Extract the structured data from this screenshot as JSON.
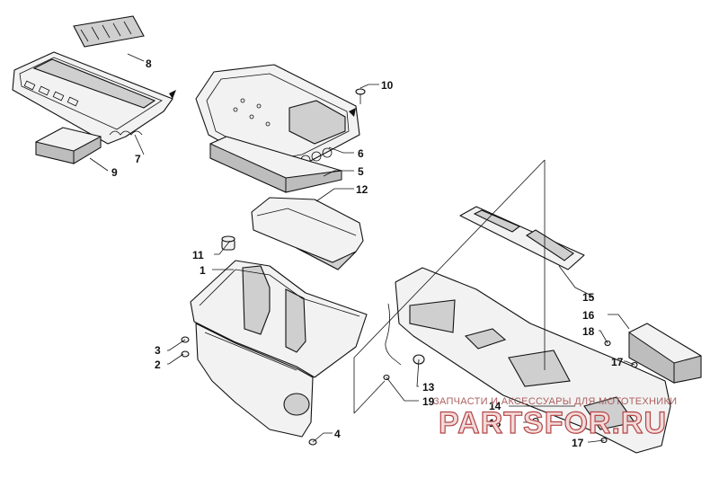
{
  "diagram": {
    "callouts": [
      {
        "id": "c1",
        "label": "1"
      },
      {
        "id": "c2",
        "label": "2"
      },
      {
        "id": "c3",
        "label": "3"
      },
      {
        "id": "c4",
        "label": "4"
      },
      {
        "id": "c5",
        "label": "5"
      },
      {
        "id": "c6",
        "label": "6"
      },
      {
        "id": "c7",
        "label": "7"
      },
      {
        "id": "c8",
        "label": "8"
      },
      {
        "id": "c9",
        "label": "9"
      },
      {
        "id": "c10",
        "label": "10"
      },
      {
        "id": "c11",
        "label": "11"
      },
      {
        "id": "c12",
        "label": "12"
      },
      {
        "id": "c13",
        "label": "13"
      },
      {
        "id": "c14",
        "label": "14"
      },
      {
        "id": "c15",
        "label": "15"
      },
      {
        "id": "c16",
        "label": "16"
      },
      {
        "id": "c17a",
        "label": "17"
      },
      {
        "id": "c17b",
        "label": "17"
      },
      {
        "id": "c18a",
        "label": "18"
      },
      {
        "id": "c18b",
        "label": "18"
      },
      {
        "id": "c19",
        "label": "19"
      }
    ]
  },
  "watermark": {
    "tagline": "ЗАПЧАСТИ И АКСЕССУАРЫ ДЛЯ МОТОТЕХНИКИ",
    "logo": "PARTSFOR.RU",
    "color": "#b44646"
  }
}
